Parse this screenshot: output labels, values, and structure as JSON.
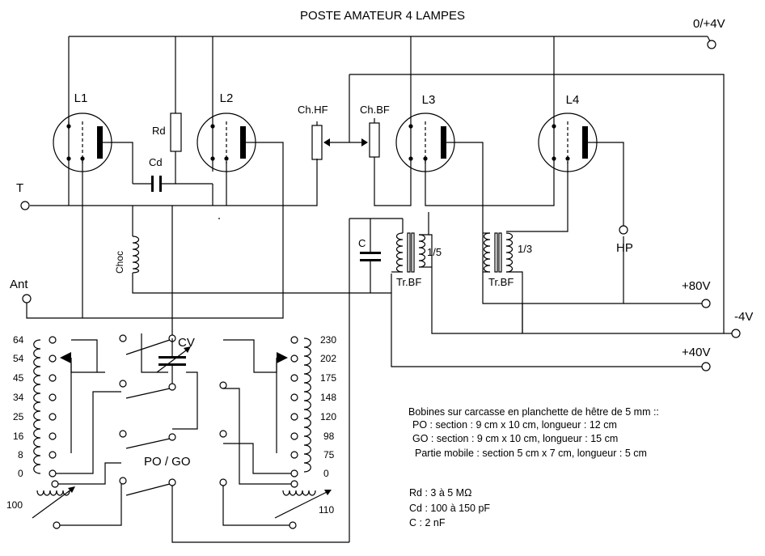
{
  "title": "POSTE AMATEUR 4 LAMPES",
  "tubes": {
    "l1": "L1",
    "l2": "L2",
    "l3": "L3",
    "l4": "L4"
  },
  "components": {
    "rd": "Rd",
    "cd": "Cd",
    "ch_hf": "Ch.HF",
    "ch_bf": "Ch.BF",
    "choc": "Choc",
    "c": "C",
    "cv": "CV",
    "trbf1": "Tr.BF",
    "ratio1": "1/5",
    "trbf2": "Tr.BF",
    "ratio2": "1/3",
    "hp": "HP",
    "pogo": "PO / GO"
  },
  "terminals": {
    "t": "T",
    "ant": "Ant",
    "v0_4": "0/+4V",
    "v80": "+80V",
    "vm4": "-4V",
    "v40": "+40V"
  },
  "left_coil_taps": [
    "64",
    "54",
    "45",
    "34",
    "25",
    "16",
    "8",
    "0"
  ],
  "right_coil_taps": [
    "230",
    "202",
    "175",
    "148",
    "120",
    "98",
    "75",
    "0"
  ],
  "left_variometer": "100",
  "right_variometer": "110",
  "notes": {
    "header": "Bobines sur carcasse en planchette de hêtre de 5 mm ::",
    "po": "PO : section : 9 cm x 10 cm, longueur : 12 cm",
    "go": "GO : section : 9 cm x 10 cm, longueur : 15 cm",
    "mobile": "Partie mobile : section 5 cm x 7 cm, longueur : 5 cm"
  },
  "values": {
    "rd": "Rd : 3 à 5 MΩ",
    "cd": "Cd : 100 à 150 pF",
    "c": "C : 2 nF"
  }
}
